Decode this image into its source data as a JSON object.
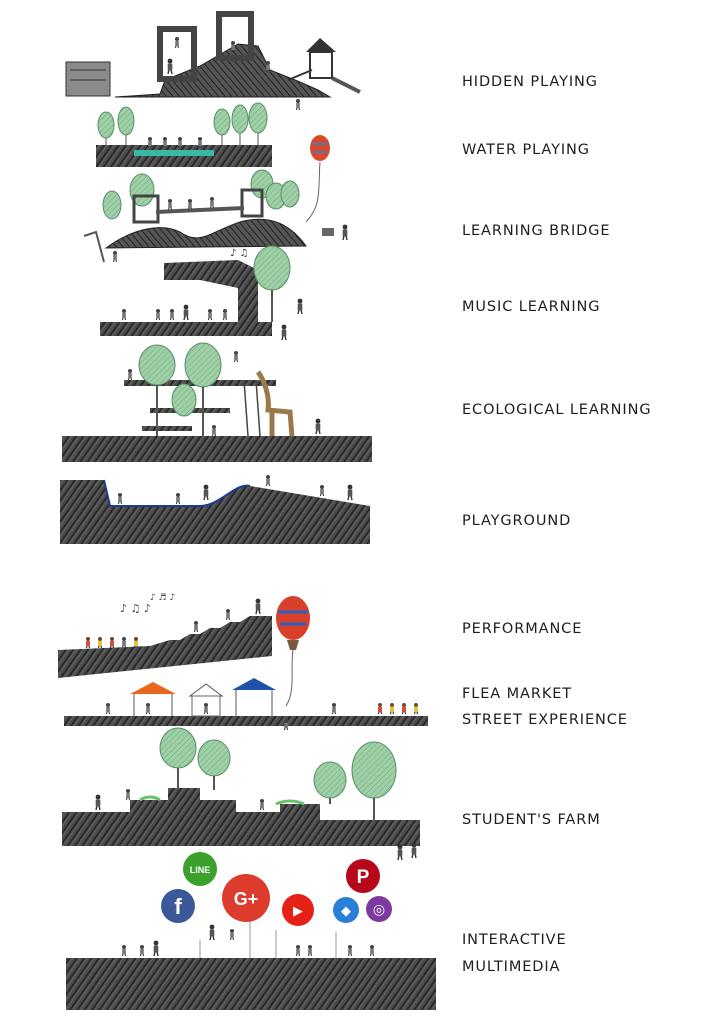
{
  "sections": [
    {
      "id": "hidden-playing",
      "label": "HIDDEN  PLAYING"
    },
    {
      "id": "water-playing",
      "label": "WATER PLAYING"
    },
    {
      "id": "learning-bridge",
      "label": "LEARNING BRIDGE"
    },
    {
      "id": "music-learning",
      "label": "MUSIC LEARNING"
    },
    {
      "id": "ecological-learning",
      "label": "ECOLOGICAL LEARNING"
    },
    {
      "id": "playground",
      "label": "PLAYGROUND"
    },
    {
      "id": "performance",
      "label": "PERFORMANCE"
    },
    {
      "id": "flea-market",
      "label": "FLEA MARKET",
      "label2": "STREET EXPERIENCE"
    },
    {
      "id": "students-farm",
      "label": "STUDENT'S FARM"
    },
    {
      "id": "interactive-multimedia",
      "label": "INTERACTIVE",
      "label2": "MULTIMEDIA"
    }
  ],
  "social_icons": [
    {
      "name": "line",
      "text": "LINE",
      "color": "#3aa12b"
    },
    {
      "name": "facebook",
      "text": "f",
      "color": "#3b5998"
    },
    {
      "name": "google-plus",
      "text": "G+",
      "color": "#dd3b2b"
    },
    {
      "name": "youtube",
      "text": "▶",
      "color": "#e62117"
    },
    {
      "name": "pinterest",
      "text": "P",
      "color": "#b7081b"
    },
    {
      "name": "dropbox",
      "text": "◆",
      "color": "#2a7fd6"
    },
    {
      "name": "instagram",
      "text": "◎",
      "color": "#7b3aa0"
    }
  ],
  "colors": {
    "ground": "#3a3a3a",
    "tree": "#8fc69a",
    "tent_orange": "#e8691e",
    "tent_blue": "#2052a8",
    "water": "#39b8a6",
    "grass": "#63c46a"
  }
}
